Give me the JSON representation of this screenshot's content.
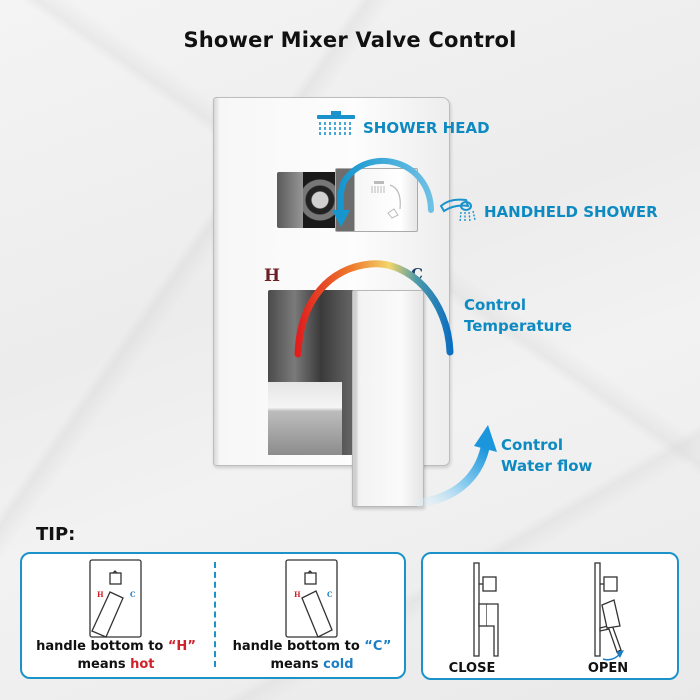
{
  "header": {
    "title": "Shower Mixer Valve Control"
  },
  "valve": {
    "hot_mark": "H",
    "cold_mark": "C"
  },
  "callouts": {
    "shower_head": "SHOWER HEAD",
    "handheld_shower": "HANDHELD SHOWER",
    "control_temperature_line1": "Control",
    "control_temperature_line2": "Temperature",
    "control_water_flow_line1": "Control",
    "control_water_flow_line2": "Water flow"
  },
  "tip": {
    "title": "TIP:",
    "hot": {
      "line1_prefix": "handle bottom to ",
      "line1_quote_open": "“",
      "line1_key": "H",
      "line1_quote_close": "”",
      "line2_prefix": "means ",
      "line2_key": "hot",
      "diagram_h": "H",
      "diagram_c": "C"
    },
    "cold": {
      "line1_prefix": "handle bottom to ",
      "line1_quote_open": "“",
      "line1_key": "C",
      "line1_quote_close": "”",
      "line2_prefix": "means ",
      "line2_key": "cold",
      "diagram_h": "H",
      "diagram_c": "C"
    },
    "close_label": "CLOSE",
    "open_label": "OPEN"
  },
  "colors": {
    "accent_blue": "#0d8ac2",
    "box_border": "#1b93c8",
    "hot_red": "#d0202a",
    "cold_blue": "#1c7fc6",
    "title_black": "#111111"
  },
  "icons": {
    "shower_head": "shower-head-icon",
    "handheld_shower": "handheld-shower-icon",
    "diverter_arrow": "curved-arrow-down-icon",
    "temperature_arc": "temperature-gradient-arc-icon",
    "water_flow_arrow": "curved-arrow-up-icon",
    "open_arrow": "curved-arrow-icon"
  }
}
